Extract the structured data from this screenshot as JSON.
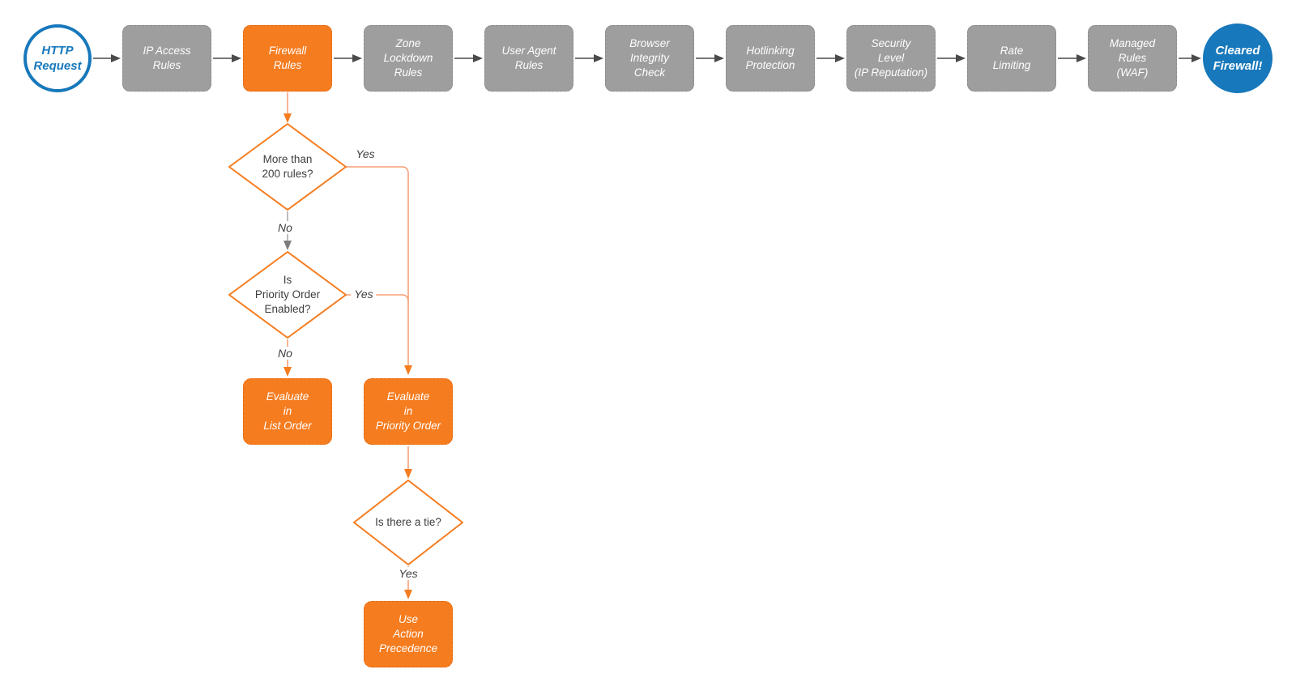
{
  "colors": {
    "accent_orange": "#F57C1F",
    "connector_orange": "#F7A077",
    "node_gray": "#9E9E9E",
    "arrow_gray": "#4A4A4A",
    "brand_blue": "#1778BB",
    "label_text": "#3E3E3E",
    "node_text": "#FFFFFF"
  },
  "pipeline": {
    "start_label": "HTTP\nRequest",
    "steps": [
      {
        "label": "IP Access\nRules"
      },
      {
        "label": "Firewall\nRules"
      },
      {
        "label": "Zone\nLockdown\nRules"
      },
      {
        "label": "User Agent\nRules"
      },
      {
        "label": "Browser\nIntegrity\nCheck"
      },
      {
        "label": "Hotlinking\nProtection"
      },
      {
        "label": "Security\nLevel\n(IP Reputation)"
      },
      {
        "label": "Rate\nLimiting"
      },
      {
        "label": "Managed\nRules\n(WAF)"
      }
    ],
    "end_label": "Cleared\nFirewall!"
  },
  "firewall_rules_subflow": {
    "decisions": [
      {
        "label": "More than\n200 rules?"
      },
      {
        "label": "Is\nPriority Order\nEnabled?"
      },
      {
        "label": "Is there a tie?"
      }
    ],
    "actions": [
      {
        "label": "Evaluate\nin\nList Order"
      },
      {
        "label": "Evaluate\nin\nPriority Order"
      },
      {
        "label": "Use\nAction\nPrecedence"
      }
    ],
    "edge_labels": {
      "d1_yes": "Yes",
      "d1_no": "No",
      "d2_yes": "Yes",
      "d2_no": "No",
      "d3_yes": "Yes"
    }
  }
}
